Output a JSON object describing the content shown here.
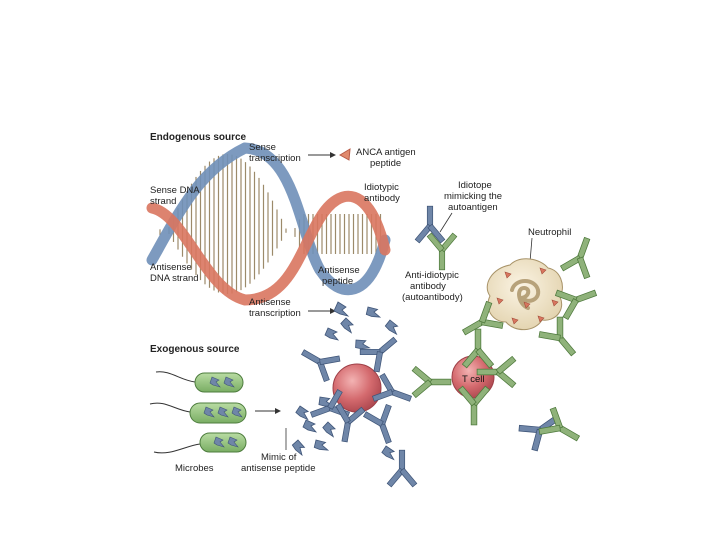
{
  "headings": {
    "endogenous": "Endogenous source",
    "exogenous": "Exogenous source"
  },
  "labels": {
    "sense_dna_1": "Sense DNA",
    "sense_dna_2": "strand",
    "antisense_dna_1": "Antisense",
    "antisense_dna_2": "DNA strand",
    "sense_transcription_1": "Sense",
    "sense_transcription_2": "transcription",
    "anca_1": "ANCA antigen",
    "anca_2": "peptide",
    "idiotypic_1": "Idiotypic",
    "idiotypic_2": "antibody",
    "idiotope_1": "Idiotope",
    "idiotope_2": "mimicking the",
    "idiotope_3": "autoantigen",
    "neutrophil": "Neutrophil",
    "antisense_peptide_1": "Antisense",
    "antisense_peptide_2": "peptide",
    "anti_idiotypic_1": "Anti-idiotypic",
    "anti_idiotypic_2": "antibody",
    "anti_idiotypic_3": "(autoantibody)",
    "antisense_transcription_1": "Antisense",
    "antisense_transcription_2": "transcription",
    "t_cell": "T cell",
    "microbes": "Microbes",
    "mimic_1": "Mimic of",
    "mimic_2": "antisense peptide"
  },
  "colors": {
    "sense_strand": "#d9765f",
    "antisense_strand": "#6f8fb8",
    "rung": "#9c8a6a",
    "antibody_blue": "#6f86a8",
    "antibody_green": "#8fb27a",
    "cell_red": "#d46a6e",
    "neutrophil": "#efe3c8",
    "microbe": "#8fc07a"
  }
}
